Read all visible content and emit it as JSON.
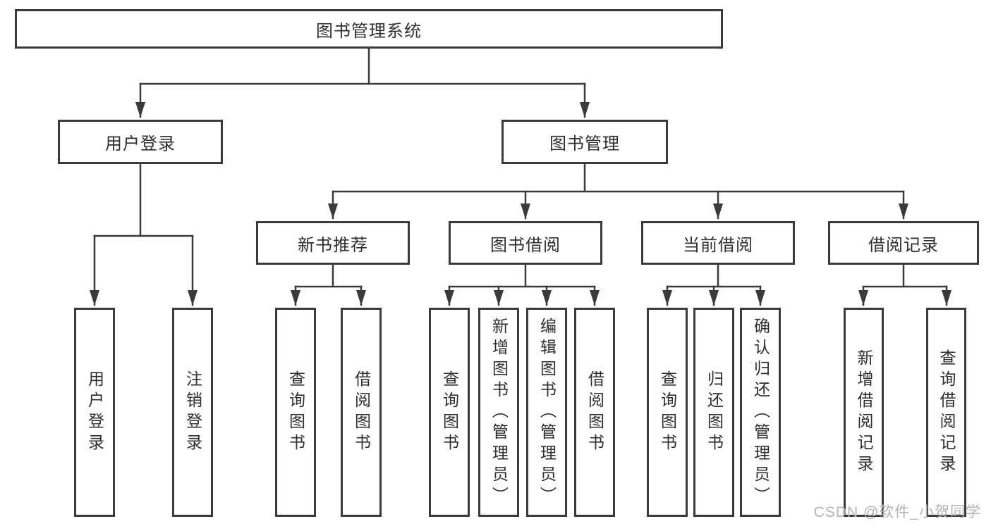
{
  "diagram": {
    "root": "图书管理系统",
    "user_login": "用户登录",
    "book_mgmt": "图书管理",
    "new_book_rec": "新书推荐",
    "book_borrow": "图书借阅",
    "current_borrow": "当前借阅",
    "borrow_records": "借阅记录",
    "leaf_user_login": "用户登录",
    "leaf_logout": "注销登录",
    "leaf_rec_query": "查询图书",
    "leaf_rec_borrow": "借阅图书",
    "leaf_bb_query": "查询图书",
    "leaf_bb_add": "新增图书（管理员）",
    "leaf_bb_edit": "编辑图书（管理员）",
    "leaf_bb_borrow": "借阅图书",
    "leaf_cb_query": "查询图书",
    "leaf_cb_return": "归还图书",
    "leaf_cb_confirm": "确认归还（管理员）",
    "leaf_br_add": "新增借阅记录",
    "leaf_br_query": "查询借阅记录"
  },
  "watermark": "CSDN @软件_小贺同学",
  "colors": {
    "line": "#3a3a3a",
    "text": "#2f2f2f",
    "background": "#ffffff",
    "watermark": "#b4b4b4"
  }
}
